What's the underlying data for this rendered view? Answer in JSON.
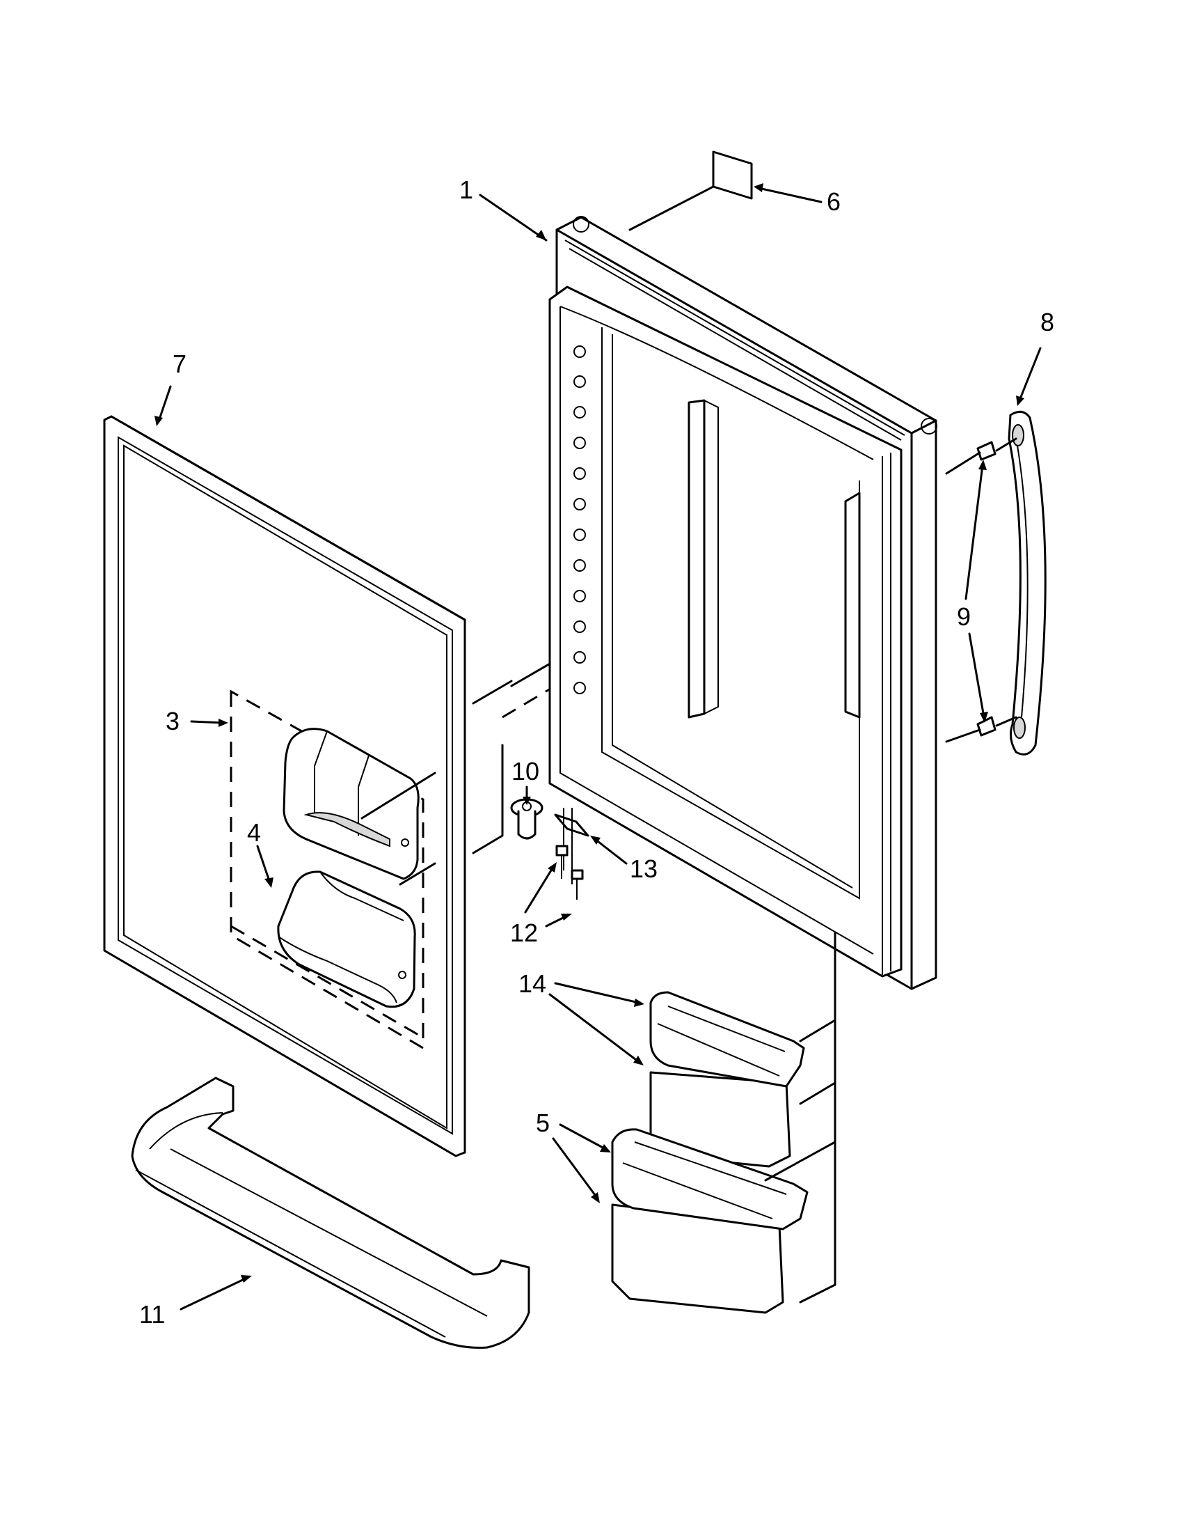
{
  "diagram": {
    "callouts": [
      {
        "id": "1",
        "text": "1"
      },
      {
        "id": "3",
        "text": "3"
      },
      {
        "id": "4",
        "text": "4"
      },
      {
        "id": "5",
        "text": "5"
      },
      {
        "id": "6",
        "text": "6"
      },
      {
        "id": "7",
        "text": "7"
      },
      {
        "id": "8",
        "text": "8"
      },
      {
        "id": "9",
        "text": "9"
      },
      {
        "id": "10",
        "text": "10"
      },
      {
        "id": "11",
        "text": "11"
      },
      {
        "id": "12",
        "text": "12"
      },
      {
        "id": "13",
        "text": "13"
      },
      {
        "id": "14",
        "text": "14"
      }
    ]
  }
}
